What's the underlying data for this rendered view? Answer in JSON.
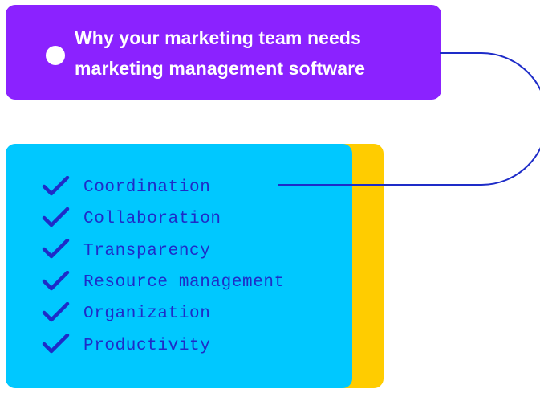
{
  "title": {
    "line1": "Why your marketing team needs",
    "line2": "marketing management software"
  },
  "items": [
    {
      "label": "Coordination"
    },
    {
      "label": "Collaboration"
    },
    {
      "label": "Transparency"
    },
    {
      "label": "Resource management"
    },
    {
      "label": "Organization"
    },
    {
      "label": "Productivity"
    }
  ],
  "colors": {
    "title_bg": "#8B22FF",
    "card_front": "#00C8FF",
    "card_back": "#FFCC00",
    "text_blue": "#1E2CC8",
    "connector": "#1E2CC8",
    "check_icon": "#1E2CC8"
  }
}
